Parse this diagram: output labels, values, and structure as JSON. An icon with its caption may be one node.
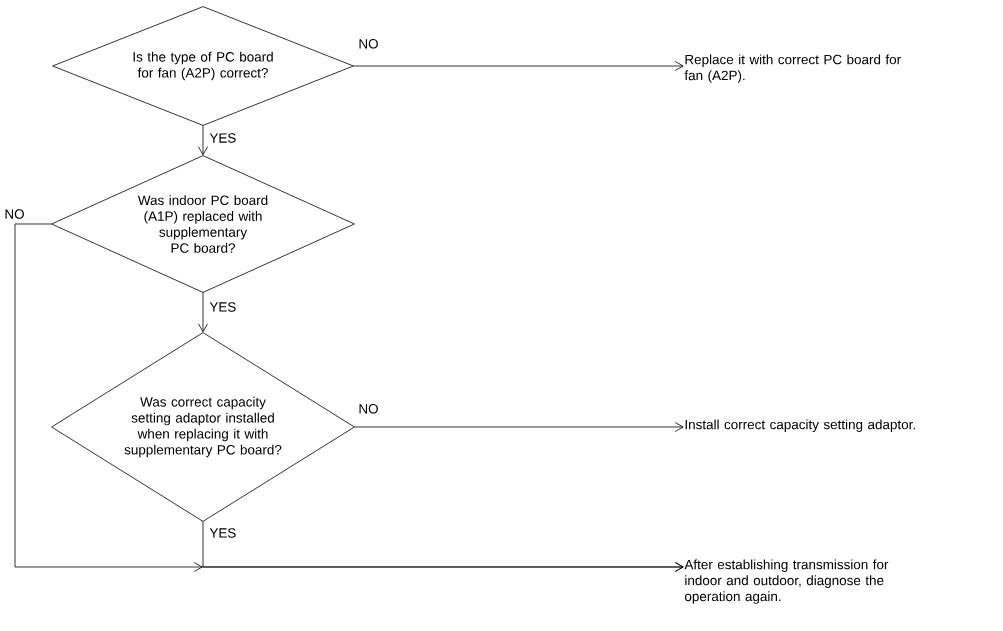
{
  "diagram": {
    "nodes": [
      {
        "text": [
          "Is the type of PC board for fan (A2P) correct?"
        ]
      },
      {
        "text": [
          "Replace it with correct PC board for fan (A2P)."
        ]
      },
      {
        "text": [
          "Was indoor PC board (A1P) replaced with supplementary PC board?"
        ]
      },
      {
        "text": [
          "Was correct capacity setting adaptor installed when replacing it with supplementary PC board?"
        ]
      },
      {
        "text": [
          "Install correct capacity setting adaptor."
        ]
      },
      {
        "text": [
          "After establishing transmission for indoor and outdoor, diagnose the operation again."
        ]
      }
    ],
    "edges": [
      {
        "from": 0,
        "to": 1,
        "arrow": "to",
        "label": "NO"
      },
      {
        "from": 0,
        "to": 2,
        "arrow": "to",
        "label": "YES"
      },
      {
        "from": 2,
        "to": 3,
        "arrow": "to",
        "label": "YES"
      },
      {
        "from": 2,
        "to": 5,
        "arrow": "to",
        "label": "NO"
      },
      {
        "from": 3,
        "to": 4,
        "arrow": "to",
        "label": "NO"
      },
      {
        "from": 3,
        "to": 5,
        "arrow": "to",
        "label": "YES"
      }
    ]
  }
}
